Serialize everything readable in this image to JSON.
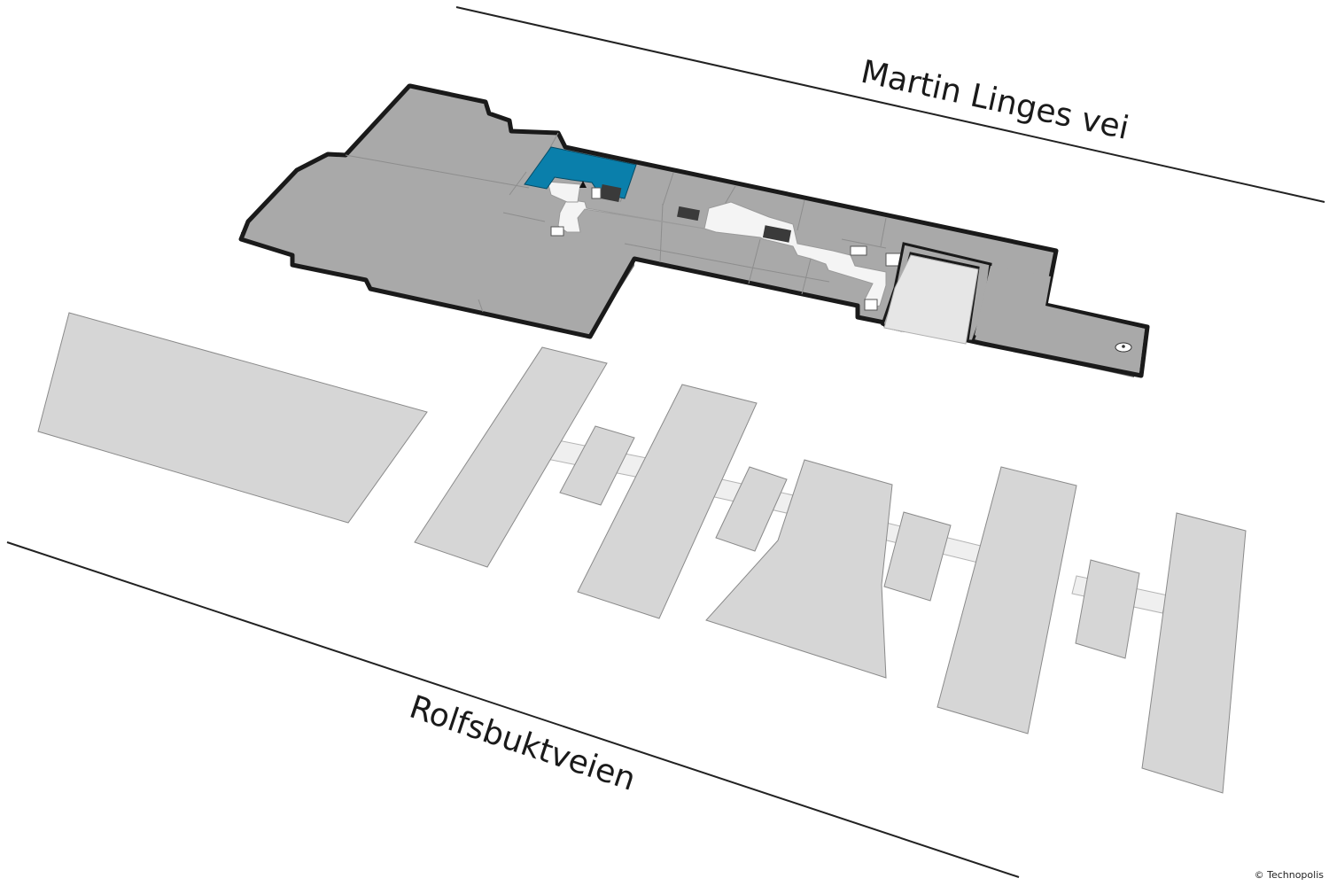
{
  "streets": {
    "north": "Martin Linges vei",
    "south": "Rolfsbuktveien"
  },
  "copyright": "© Technopolis",
  "colors": {
    "highlight_room": "#0a7fab",
    "active_floor": "#a9a9a9",
    "other_buildings": "#d6d6d6",
    "floor_outline": "#1a1a1a"
  },
  "icons": {
    "stairs": "stairs-icon",
    "you_are_here": "you-are-here-icon",
    "poi": "location-pin-icon"
  }
}
